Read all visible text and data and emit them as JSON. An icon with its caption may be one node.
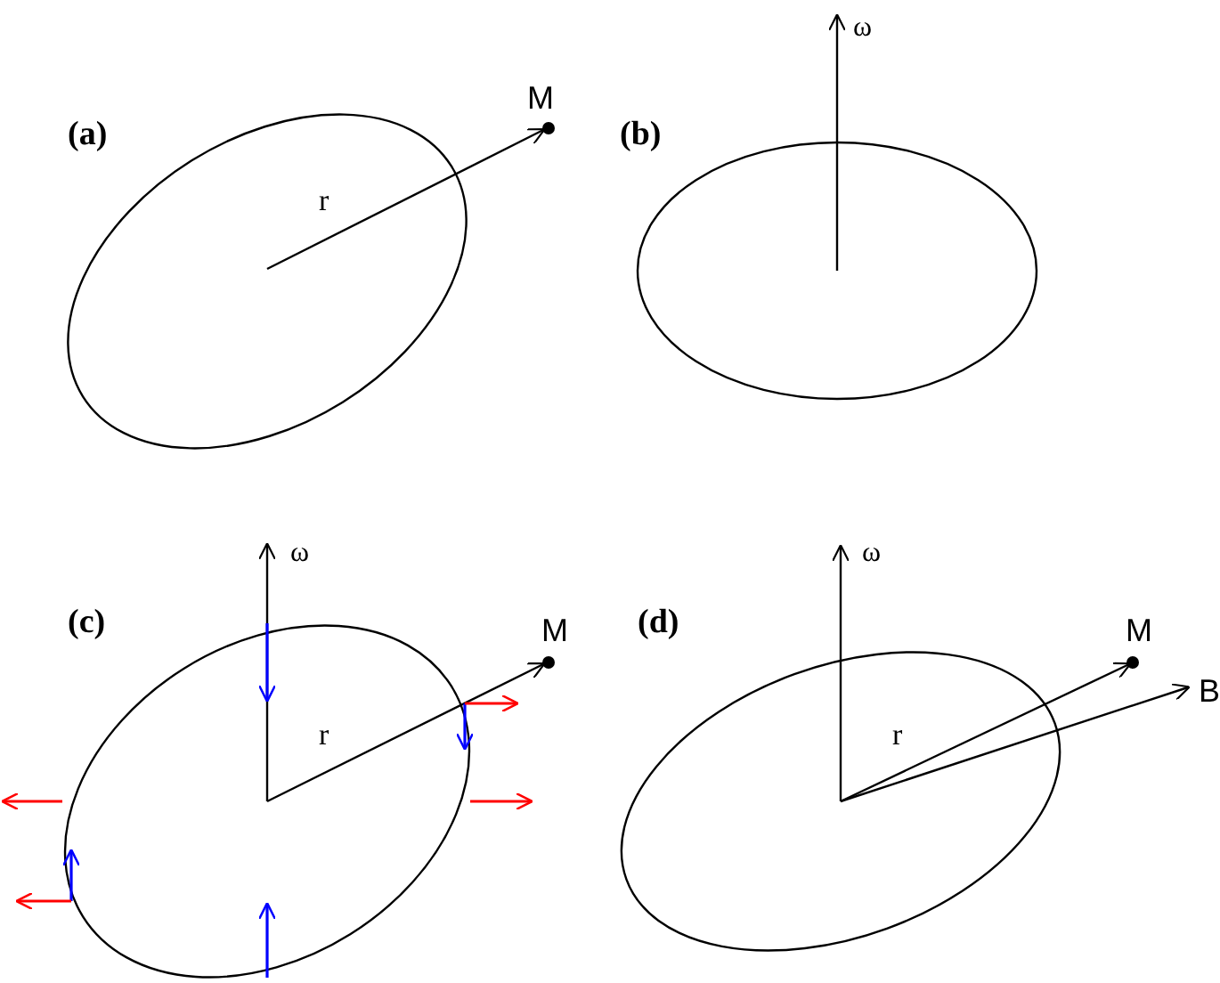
{
  "diagram": {
    "labels": [
      "(a)",
      "M",
      "r",
      "(b)",
      "ω",
      "(c)",
      "ω",
      "M",
      "r",
      "(d)",
      "ω",
      "M",
      "B",
      "r"
    ]
  }
}
